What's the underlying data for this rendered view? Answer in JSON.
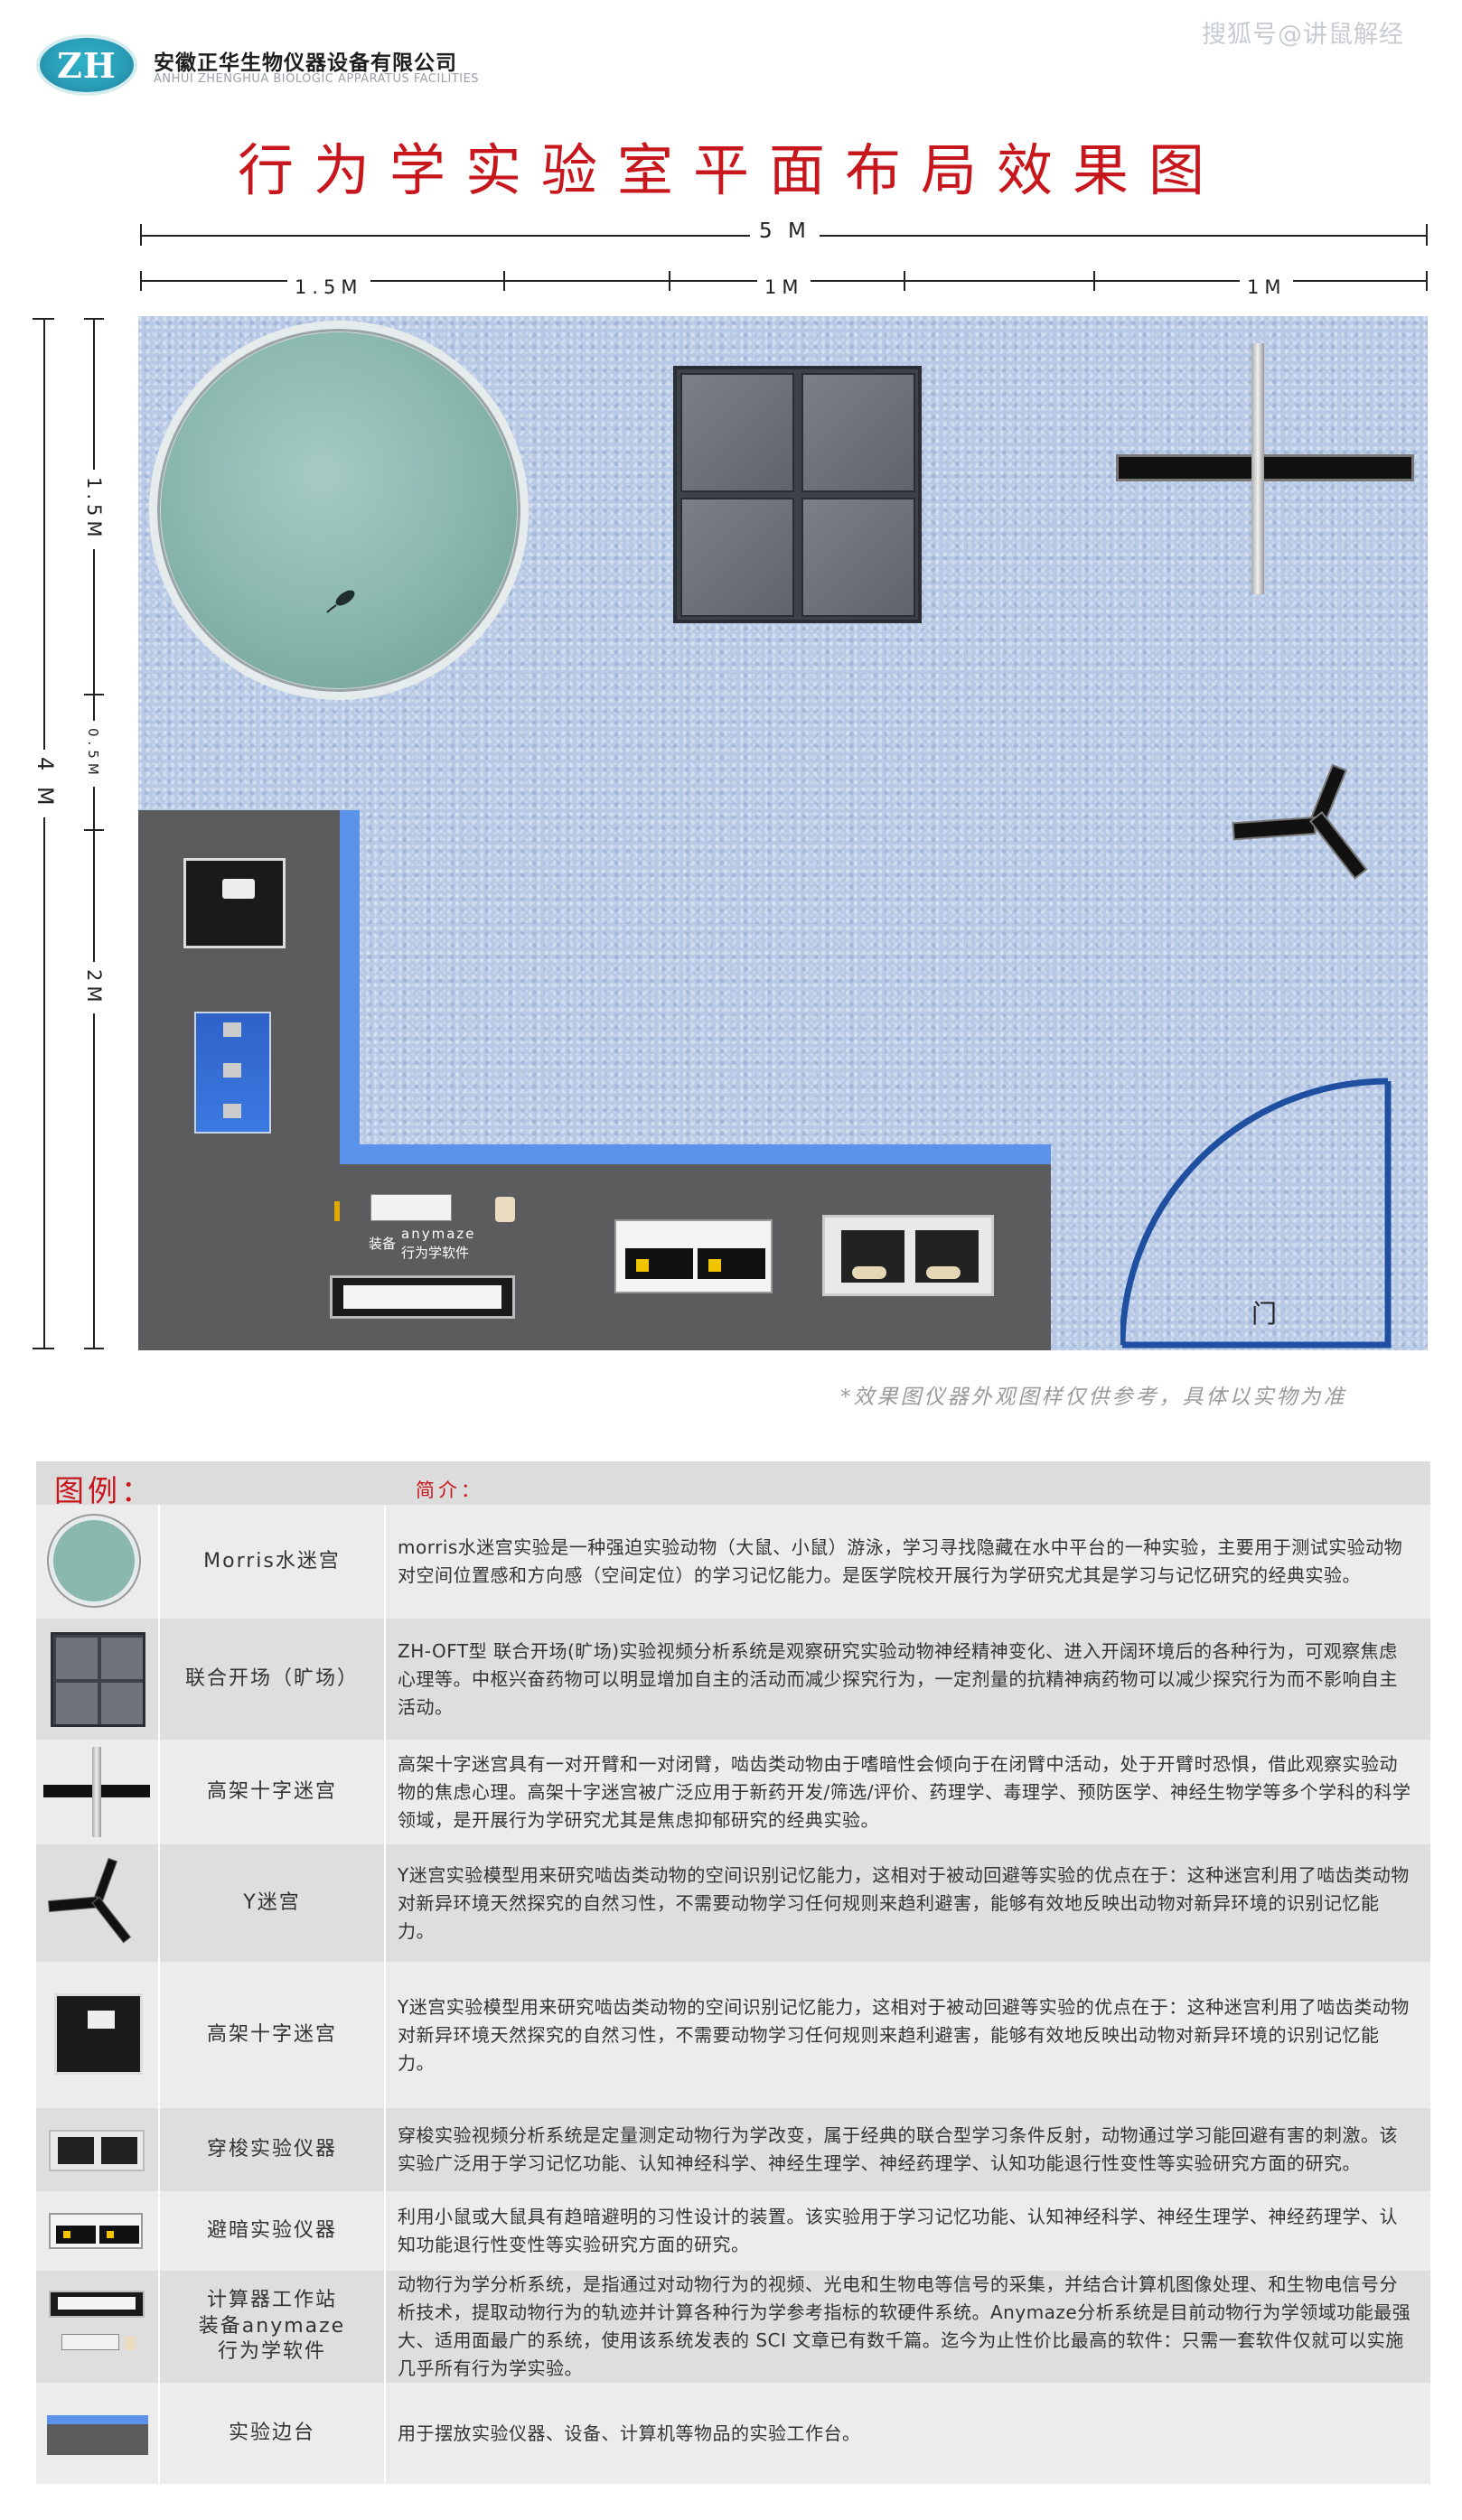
{
  "header": {
    "logo_text": "ZH",
    "company_cn": "安徽正华生物仪器设备有限公司",
    "company_en": "ANHUI ZHENGHUA BIOLOGIC APPARATUS FACILITIES",
    "watermark": "搜狐号@讲鼠解经",
    "title": "行为学实验室平面布局效果图"
  },
  "dimensions": {
    "total_width": "5 M",
    "seg1": "1.5M",
    "seg2": "1M",
    "seg3": "1M",
    "total_height": "4 M",
    "v_seg1": "1.5M",
    "v_seg2": "0.5M",
    "v_seg3": "2M"
  },
  "floorplan": {
    "door_label": "门",
    "workstation_label_line1": "装备",
    "workstation_label_line2": "anymaze",
    "workstation_label_line3": "行为学软件",
    "note": "*效果图仪器外观图样仅供参考，具体以实物为准"
  },
  "legend": {
    "title": "图例：",
    "col_header": "简介：",
    "rows": [
      {
        "name": "Morris水迷宫",
        "desc": "morris水迷宫实验是一种强迫实验动物（大鼠、小鼠）游泳，学习寻找隐藏在水中平台的一种实验，主要用于测试实验动物对空间位置感和方向感（空间定位）的学习记忆能力。是医学院校开展行为学研究尤其是学习与记忆研究的经典实验。"
      },
      {
        "name": "联合开场（旷场）",
        "desc": "ZH-OFT型 联合开场(旷场)实验视频分析系统是观察研究实验动物神经精神变化、进入开阔环境后的各种行为，可观察焦虑心理等。中枢兴奋药物可以明显增加自主的活动而减少探究行为，一定剂量的抗精神病药物可以减少探究行为而不影响自主活动。"
      },
      {
        "name": "高架十字迷宫",
        "desc": "高架十字迷宫具有一对开臂和一对闭臂，啮齿类动物由于嗜暗性会倾向于在闭臂中活动，处于开臂时恐惧，借此观察实验动物的焦虑心理。高架十字迷宫被广泛应用于新药开发/筛选/评价、药理学、毒理学、预防医学、神经生物学等多个学科的科学领域，是开展行为学研究尤其是焦虑抑郁研究的经典实验。"
      },
      {
        "name": "Y迷宫",
        "desc": "Y迷宫实验模型用来研究啮齿类动物的空间识别记忆能力，这相对于被动回避等实验的优点在于：这种迷宫利用了啮齿类动物对新异环境天然探究的自然习性，不需要动物学习任何规则来趋利避害，能够有效地反映出动物对新异环境的识别记忆能力。"
      },
      {
        "name": "高架十字迷宫",
        "desc": "Y迷宫实验模型用来研究啮齿类动物的空间识别记忆能力，这相对于被动回避等实验的优点在于：这种迷宫利用了啮齿类动物对新异环境天然探究的自然习性，不需要动物学习任何规则来趋利避害，能够有效地反映出动物对新异环境的识别记忆能力。"
      },
      {
        "name": "穿梭实验仪器",
        "desc": "穿梭实验视频分析系统是定量测定动物行为学改变，属于经典的联合型学习条件反射，动物通过学习能回避有害的刺激。该实验广泛用于学习记忆功能、认知神经科学、神经生理学、神经药理学、认知功能退行性变性等实验研究方面的研究。"
      },
      {
        "name": "避暗实验仪器",
        "desc": "利用小鼠或大鼠具有趋暗避明的习性设计的装置。该实验用于学习记忆功能、认知神经科学、神经生理学、神经药理学、认知功能退行性变性等实验研究方面的研究。"
      },
      {
        "name": "计算器工作站\n装备anymaze\n行为学软件",
        "desc": "动物行为学分析系统，是指通过对动物行为的视频、光电和生物电等信号的采集，并结合计算机图像处理、和生物电信号分析技术，提取动物行为的轨迹并计算各种行为学参考指标的软硬件系统。Anymaze分析系统是目前动物行为学领域功能最强大、适用面最广的系统，使用该系统发表的 SCI 文章已有数千篇。迄今为止性价比最高的软件：只需一套软件仅就可以实施几乎所有行为学实验。"
      },
      {
        "name": "实验边台",
        "desc": "用于摆放实验仪器、设备、计算机等物品的实验工作台。"
      }
    ]
  },
  "colors": {
    "title_red": "#c8161d",
    "floor_blue": "#b8c9e6",
    "bench_gray": "#5c5c5e",
    "bench_edge_blue": "#5b93eb",
    "door_blue": "#1f4fa0"
  }
}
